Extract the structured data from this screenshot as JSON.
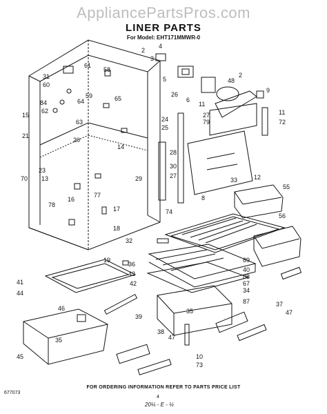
{
  "watermark": "AppliancePartsPros.com",
  "title": "LINER PARTS",
  "model": "For Model: EHT171MMWR-0",
  "footer": "FOR ORDERING INFORMATION REFER TO PARTS PRICE LIST",
  "doc_code": "677073",
  "page_number": "4",
  "handwritten": "20¼ - E - ¼",
  "callouts": [
    "2",
    "4",
    "3",
    "58",
    "61",
    "31",
    "60",
    "59",
    "64",
    "65",
    "62",
    "84",
    "15",
    "63",
    "20",
    "21",
    "23",
    "13",
    "70",
    "78",
    "16",
    "14",
    "77",
    "17",
    "18",
    "5",
    "26",
    "24",
    "25",
    "28",
    "29",
    "27",
    "30",
    "6",
    "11",
    "48",
    "2",
    "9",
    "79",
    "27",
    "11",
    "72",
    "12",
    "33",
    "55",
    "8",
    "74",
    "56",
    "32",
    "89",
    "19",
    "36",
    "43",
    "40",
    "88",
    "67",
    "34",
    "41",
    "44",
    "42",
    "39",
    "46",
    "35",
    "87",
    "37",
    "47",
    "38",
    "47",
    "45",
    "35",
    "10",
    "73"
  ]
}
